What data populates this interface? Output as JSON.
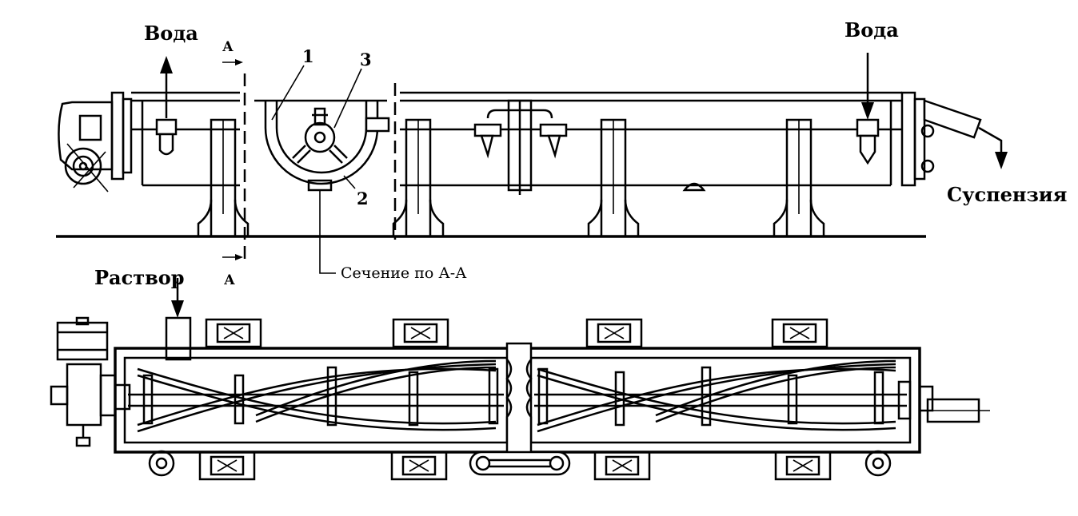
{
  "labels": {
    "water_out": "Вода",
    "water_in": "Вода",
    "suspension": "Суспензия",
    "solution": "Раствор",
    "section_caption": "Сечение по А-А",
    "section_mark_top": "А",
    "section_mark_bottom": "А",
    "callout_1": "1",
    "callout_2": "2",
    "callout_3": "3"
  }
}
